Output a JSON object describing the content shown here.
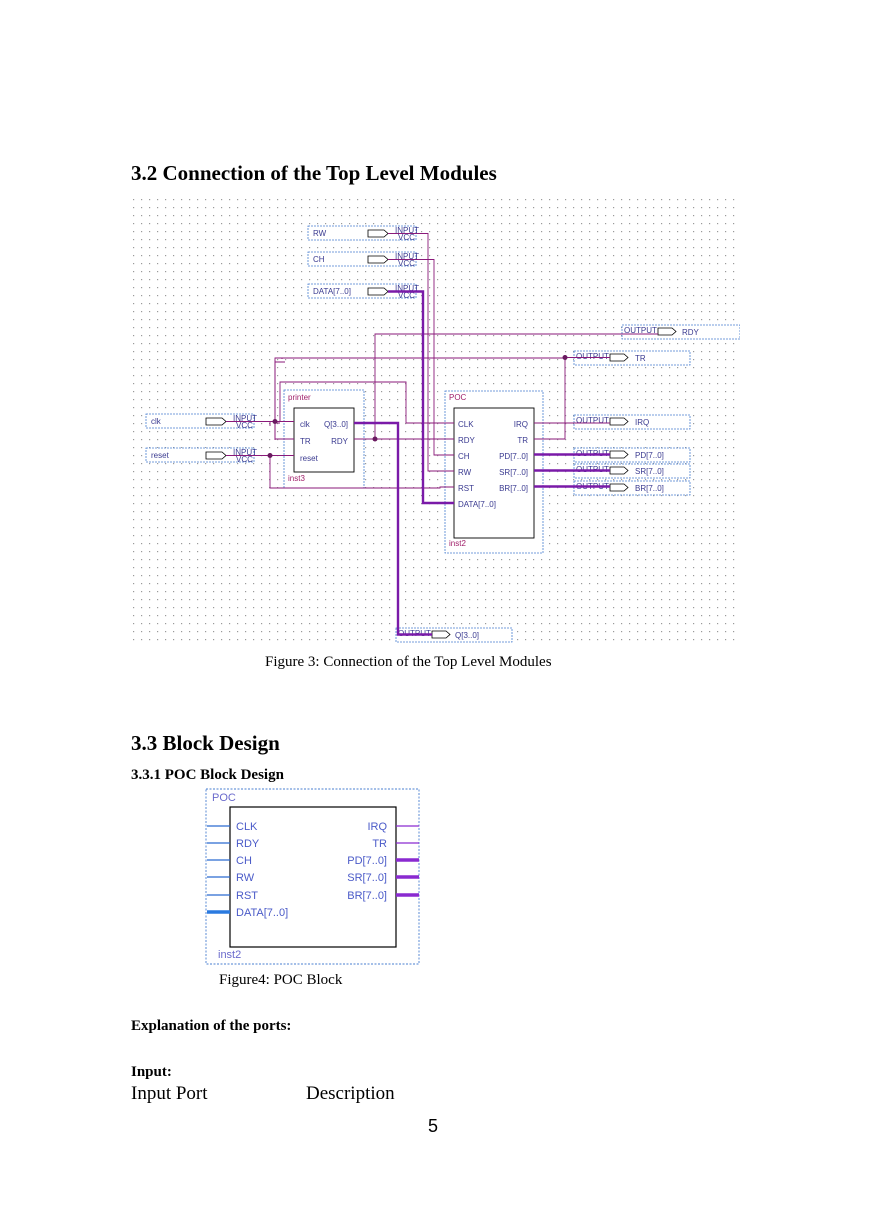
{
  "section_32": {
    "title": "3.2 Connection of the Top Level Modules"
  },
  "schematic": {
    "inputs": {
      "rw": "RW",
      "ch": "CH",
      "data": "DATA[7..0]",
      "clk": "clk",
      "reset": "reset"
    },
    "input_tag": "INPUT",
    "input_tag2": "VCC",
    "output_tag": "OUTPUT",
    "outputs": {
      "rdy": "RDY",
      "tr": "TR",
      "irq": "IRQ",
      "pd": "PD[7..0]",
      "sr": "SR[7..0]",
      "br": "BR[7..0]",
      "q": "Q[3..0]"
    },
    "printer": {
      "title": "printer",
      "ports_in": [
        "clk",
        "TR",
        "reset"
      ],
      "ports_out": [
        "Q[3..0]",
        "RDY"
      ],
      "inst": "inst3"
    },
    "poc": {
      "title": "POC",
      "ports_in": [
        "CLK",
        "RDY",
        "CH",
        "RW",
        "RST",
        "DATA[7..0]"
      ],
      "ports_out": [
        "IRQ",
        "TR",
        "PD[7..0]",
        "SR[7..0]",
        "BR[7..0]"
      ],
      "inst": "inst2"
    }
  },
  "figure3_caption": "Figure 3: Connection of the Top Level Modules",
  "section_33": {
    "title": "3.3 Block Design"
  },
  "section_331": {
    "title": "3.3.1 POC Block Design"
  },
  "poc_block": {
    "title": "POC",
    "ports_in": [
      "CLK",
      "RDY",
      "CH",
      "RW",
      "RST",
      "DATA[7..0]"
    ],
    "ports_out": [
      "IRQ",
      "TR",
      "PD[7..0]",
      "SR[7..0]",
      "BR[7..0]"
    ],
    "inst": "inst2"
  },
  "figure4_caption": "Figure4: POC Block",
  "explanation_heading": "Explanation of the ports:",
  "input_heading": "Input:",
  "table_header": {
    "col1": "Input Port",
    "col2": "Description"
  },
  "page_number": "5"
}
